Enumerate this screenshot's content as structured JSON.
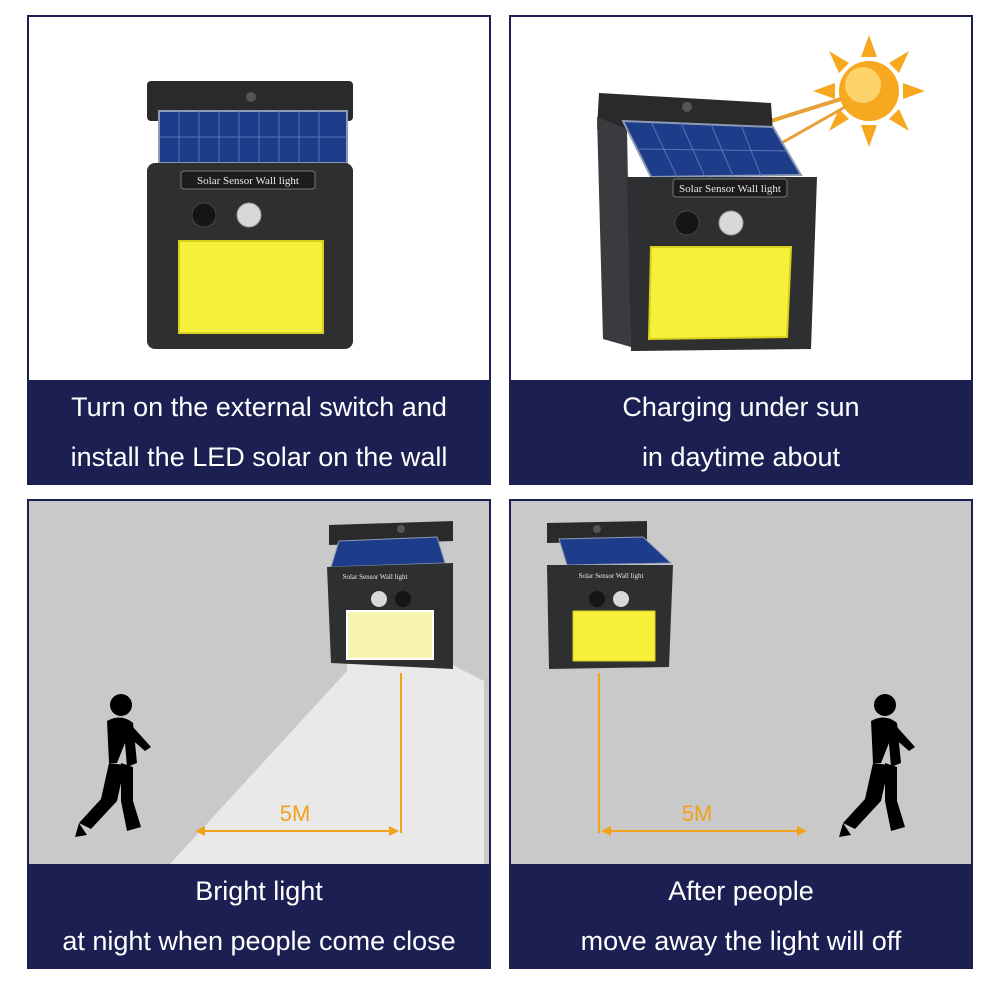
{
  "lamp_label": "Solar Sensor Wall light",
  "panels": [
    {
      "caption": [
        "Turn on the external switch and",
        "install the LED solar on the wall"
      ]
    },
    {
      "caption": [
        "Charging under sun",
        "in daytime about"
      ]
    },
    {
      "caption": [
        "Bright light",
        "at night when people come close"
      ],
      "distance": "5M"
    },
    {
      "caption": [
        "After people",
        "move away the light will off"
      ],
      "distance": "5M"
    }
  ],
  "colors": {
    "caption_bg": "#1b1f52",
    "led": "#f7f03a",
    "sun": "#f7a81e",
    "distance": "#f2a21a",
    "night_bg": "#c9c9c9"
  }
}
